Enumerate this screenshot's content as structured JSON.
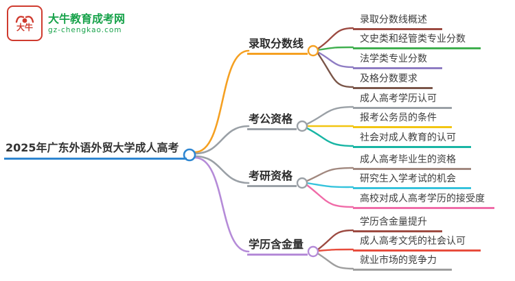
{
  "logo": {
    "badge_text": "大牛",
    "site_name": "大牛教育成考网",
    "site_url": "gz-chengkao.com",
    "brand_green": "#17a24a",
    "brand_red": "#cf3a2e"
  },
  "root": {
    "label": "2025年广东外语外贸大学成人高考",
    "color": "#2e86d1"
  },
  "branches": [
    {
      "label": "录取分数线",
      "color": "#f5a021",
      "leaves": [
        {
          "label": "录取分数线概述",
          "color": "#9c4a41"
        },
        {
          "label": "文史类和经管类专业分数",
          "color": "#3faf4e"
        },
        {
          "label": "法学类专业分数",
          "color": "#8e7cc3"
        },
        {
          "label": "及格分数要求",
          "color": "#7a5548"
        }
      ]
    },
    {
      "label": "考公资格",
      "color": "#9aa0a6",
      "leaves": [
        {
          "label": "成人高考学历认可",
          "color": "#9aa0a6"
        },
        {
          "label": "报考公务员的条件",
          "color": "#f2c511"
        },
        {
          "label": "社会对成人教育的认可",
          "color": "#18b5a4"
        }
      ]
    },
    {
      "label": "考研资格",
      "color": "#9aa0a6",
      "leaves": [
        {
          "label": "成人高考毕业生的资格",
          "color": "#a1887f"
        },
        {
          "label": "研究生入学考试的机会",
          "color": "#35c3dc"
        },
        {
          "label": "高校对成人高考学历的接受度",
          "color": "#f06ba8"
        }
      ]
    },
    {
      "label": "学历含金量",
      "color": "#b58bd8",
      "leaves": [
        {
          "label": "学历含金量提升",
          "color": "#9c4a41"
        },
        {
          "label": "成人高考文凭的社会认可",
          "color": "#e74c3c"
        },
        {
          "label": "就业市场的竞争力",
          "color": "#9e9e9e"
        }
      ]
    }
  ]
}
